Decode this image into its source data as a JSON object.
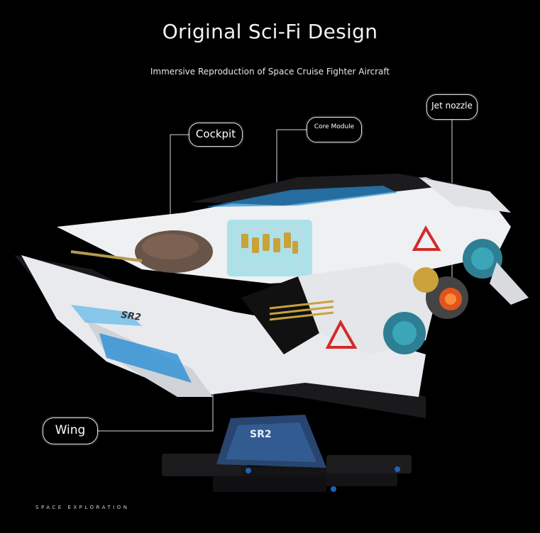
{
  "heading": {
    "title": "Original Sci-Fi Design",
    "subtitle": "Immersive Reproduction of Space Cruise Fighter Aircraft"
  },
  "callouts": {
    "cockpit": "Cockpit",
    "core_module": "Core Module",
    "jet_nozzle": "Jet nozzle",
    "wing": "Wing"
  },
  "model_markings": {
    "hull_code": "SR2",
    "stand_logo": "SR2"
  },
  "footer": {
    "caption": "SPACE EXPLORATION"
  },
  "colors": {
    "background": "#000000",
    "hull_white": "#eef0f2",
    "accent_blue": "#2a8fd6",
    "thruster_teal": "#3aa6b8",
    "warning_red": "#d22a2a",
    "gold": "#c9a23a"
  }
}
